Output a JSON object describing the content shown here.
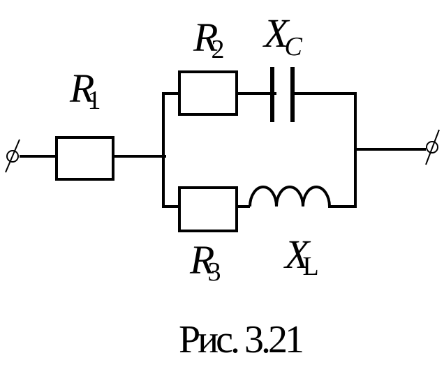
{
  "labels": {
    "r1": {
      "symbol": "R",
      "subscript": "1"
    },
    "r2": {
      "symbol": "R",
      "subscript": "2"
    },
    "r3": {
      "symbol": "R",
      "subscript": "3"
    },
    "xc": {
      "symbol": "X",
      "subscript": "C"
    },
    "xl": {
      "symbol": "X",
      "subscript": "L"
    }
  },
  "terminals": {
    "left": "∅",
    "right": "∅"
  },
  "caption": "Рис. 3.21"
}
